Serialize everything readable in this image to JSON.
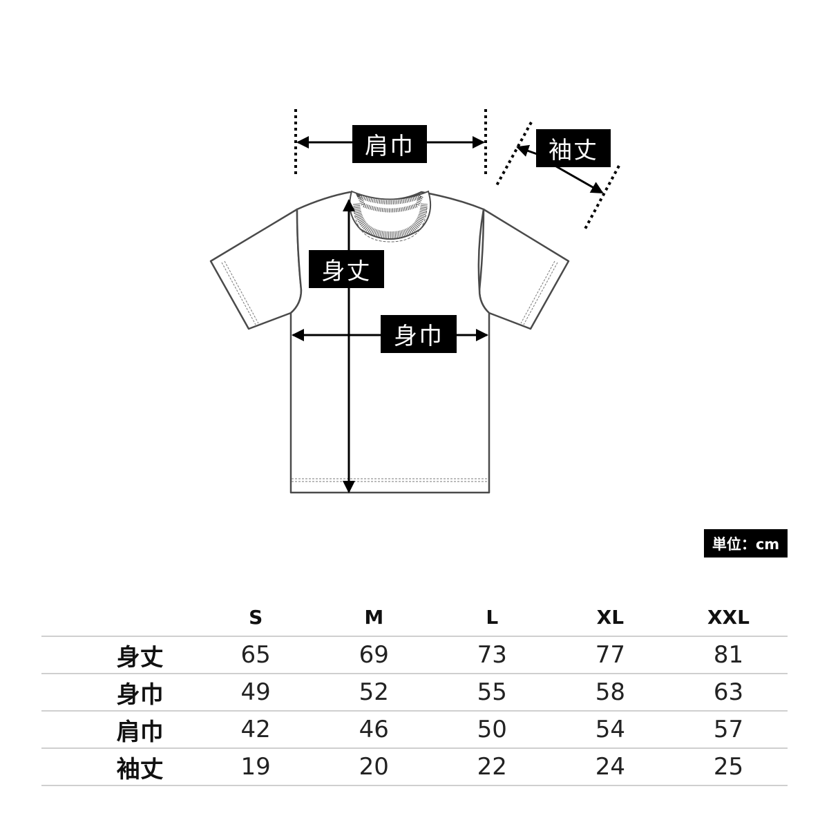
{
  "diagram": {
    "labels": {
      "shoulder_width": "肩巾",
      "sleeve_length": "袖丈",
      "body_length": "身丈",
      "body_width": "身巾"
    }
  },
  "unit": {
    "label": "単位：cm"
  },
  "table": {
    "headers": [
      "",
      "S",
      "M",
      "L",
      "XL",
      "XXL"
    ],
    "rows": [
      {
        "label": "身丈",
        "values": [
          "65",
          "69",
          "73",
          "77",
          "81"
        ]
      },
      {
        "label": "身巾",
        "values": [
          "49",
          "52",
          "55",
          "58",
          "63"
        ]
      },
      {
        "label": "肩巾",
        "values": [
          "42",
          "46",
          "50",
          "54",
          "57"
        ]
      },
      {
        "label": "袖丈",
        "values": [
          "19",
          "20",
          "22",
          "24",
          "25"
        ]
      }
    ]
  },
  "colors": {
    "outline": "#4a4a4a",
    "arrow": "#000000",
    "label_bg": "#000000",
    "label_text": "#ffffff",
    "table_rule": "#cfcfcf"
  }
}
